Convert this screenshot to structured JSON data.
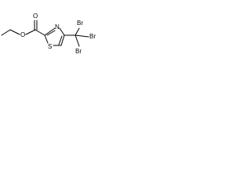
{
  "molecule": {
    "atoms": {
      "o_ether": "O",
      "o_carbonyl": "O",
      "s_ring": "S",
      "n_ring": "N",
      "br_top": "Br",
      "br_right": "Br",
      "br_bottom": "Br"
    }
  }
}
